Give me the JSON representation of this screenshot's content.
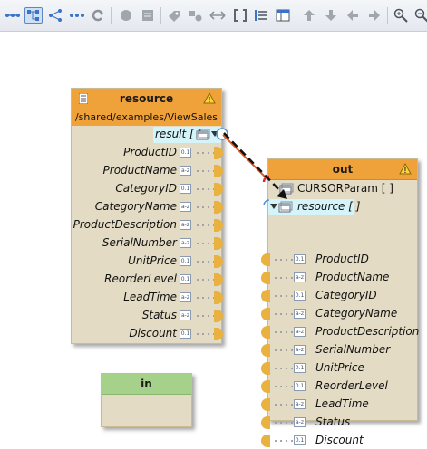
{
  "toolbar": {
    "buttons": [
      {
        "name": "layout-horizontal-icon",
        "active": false
      },
      {
        "name": "layout-tree-icon",
        "active": true
      },
      {
        "name": "layout-branch-icon",
        "active": false
      },
      {
        "name": "more-dots-icon",
        "active": false
      },
      {
        "name": "refresh-icon",
        "active": false
      },
      {
        "name": "stop-icon",
        "active": false
      },
      {
        "name": "document-icon",
        "active": false
      },
      {
        "name": "tag-icon",
        "active": false
      },
      {
        "name": "horizontal-arrows-icon",
        "active": false
      },
      {
        "name": "brackets-icon",
        "active": false
      },
      {
        "name": "list-icon",
        "active": false
      },
      {
        "name": "panel-icon",
        "active": false
      },
      {
        "name": "arrow-up-icon",
        "active": false
      },
      {
        "name": "arrow-down-icon",
        "active": false
      },
      {
        "name": "arrow-left-icon",
        "active": false
      },
      {
        "name": "arrow-right-icon",
        "active": false
      },
      {
        "name": "zoom-in-icon",
        "active": false
      },
      {
        "name": "zoom-out-icon",
        "active": false
      }
    ]
  },
  "resource_node": {
    "title": "resource",
    "path": "/shared/examples/ViewSales",
    "collection_label": "result [ ]",
    "fields": [
      {
        "label": "ProductID",
        "type": "0.1"
      },
      {
        "label": "ProductName",
        "type": "a-z"
      },
      {
        "label": "CategoryID",
        "type": "0.1"
      },
      {
        "label": "CategoryName",
        "type": "a-z"
      },
      {
        "label": "ProductDescription",
        "type": "a-z"
      },
      {
        "label": "SerialNumber",
        "type": "a-z"
      },
      {
        "label": "UnitPrice",
        "type": "0.1"
      },
      {
        "label": "ReorderLevel",
        "type": "0.1"
      },
      {
        "label": "LeadTime",
        "type": "a-z"
      },
      {
        "label": "Status",
        "type": "a-z"
      },
      {
        "label": "Discount",
        "type": "0.1"
      }
    ]
  },
  "out_node": {
    "title": "out",
    "param_label": "CURSORParam [ ]",
    "collection_label": "resource [ ]",
    "fields": [
      {
        "label": "ProductID",
        "type": "0.1"
      },
      {
        "label": "ProductName",
        "type": "a-z"
      },
      {
        "label": "CategoryID",
        "type": "0.1"
      },
      {
        "label": "CategoryName",
        "type": "a-z"
      },
      {
        "label": "ProductDescription",
        "type": "a-z"
      },
      {
        "label": "SerialNumber",
        "type": "a-z"
      },
      {
        "label": "UnitPrice",
        "type": "0.1"
      },
      {
        "label": "ReorderLevel",
        "type": "0.1"
      },
      {
        "label": "LeadTime",
        "type": "a-z"
      },
      {
        "label": "Status",
        "type": "a-z"
      },
      {
        "label": "Discount",
        "type": "0.1"
      }
    ]
  },
  "in_node": {
    "title": "in"
  },
  "colors": {
    "header_orange": "#f0a23a",
    "node_body": "#e3dbc3",
    "in_header_green": "#a6d18b",
    "port": "#e9b13f",
    "highlight": "#d4f4fa"
  }
}
